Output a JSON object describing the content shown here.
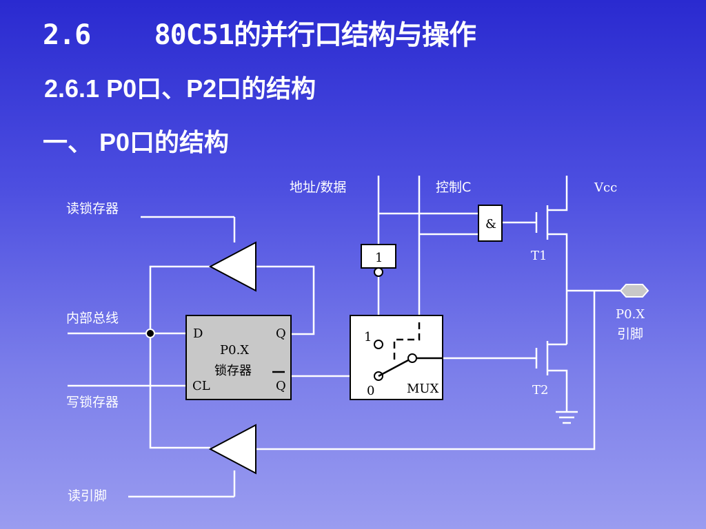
{
  "slide": {
    "title": "2.6    80C51的并行口结构与操作",
    "subtitle": "2.6.1  P0口、P2口的结构",
    "section": "一、 P0口的结构"
  },
  "diagram": {
    "labels": {
      "read_latch": "读锁存器",
      "internal_bus": "内部总线",
      "write_latch": "写锁存器",
      "read_pin": "读引脚",
      "addr_data": "地址/数据",
      "control": "控制C",
      "vcc": "Vcc",
      "t1": "T1",
      "t2": "T2",
      "pin_line1": "P0.X",
      "pin_line2": "引脚"
    },
    "latch": {
      "d": "D",
      "q": "Q",
      "cl": "CL",
      "qbar": "Q",
      "name_line1": "P0.X",
      "name_line2": "锁存器"
    },
    "not_gate": "1",
    "and_gate": "&",
    "mux": {
      "in1": "1",
      "in0": "0",
      "name": "MUX"
    }
  }
}
